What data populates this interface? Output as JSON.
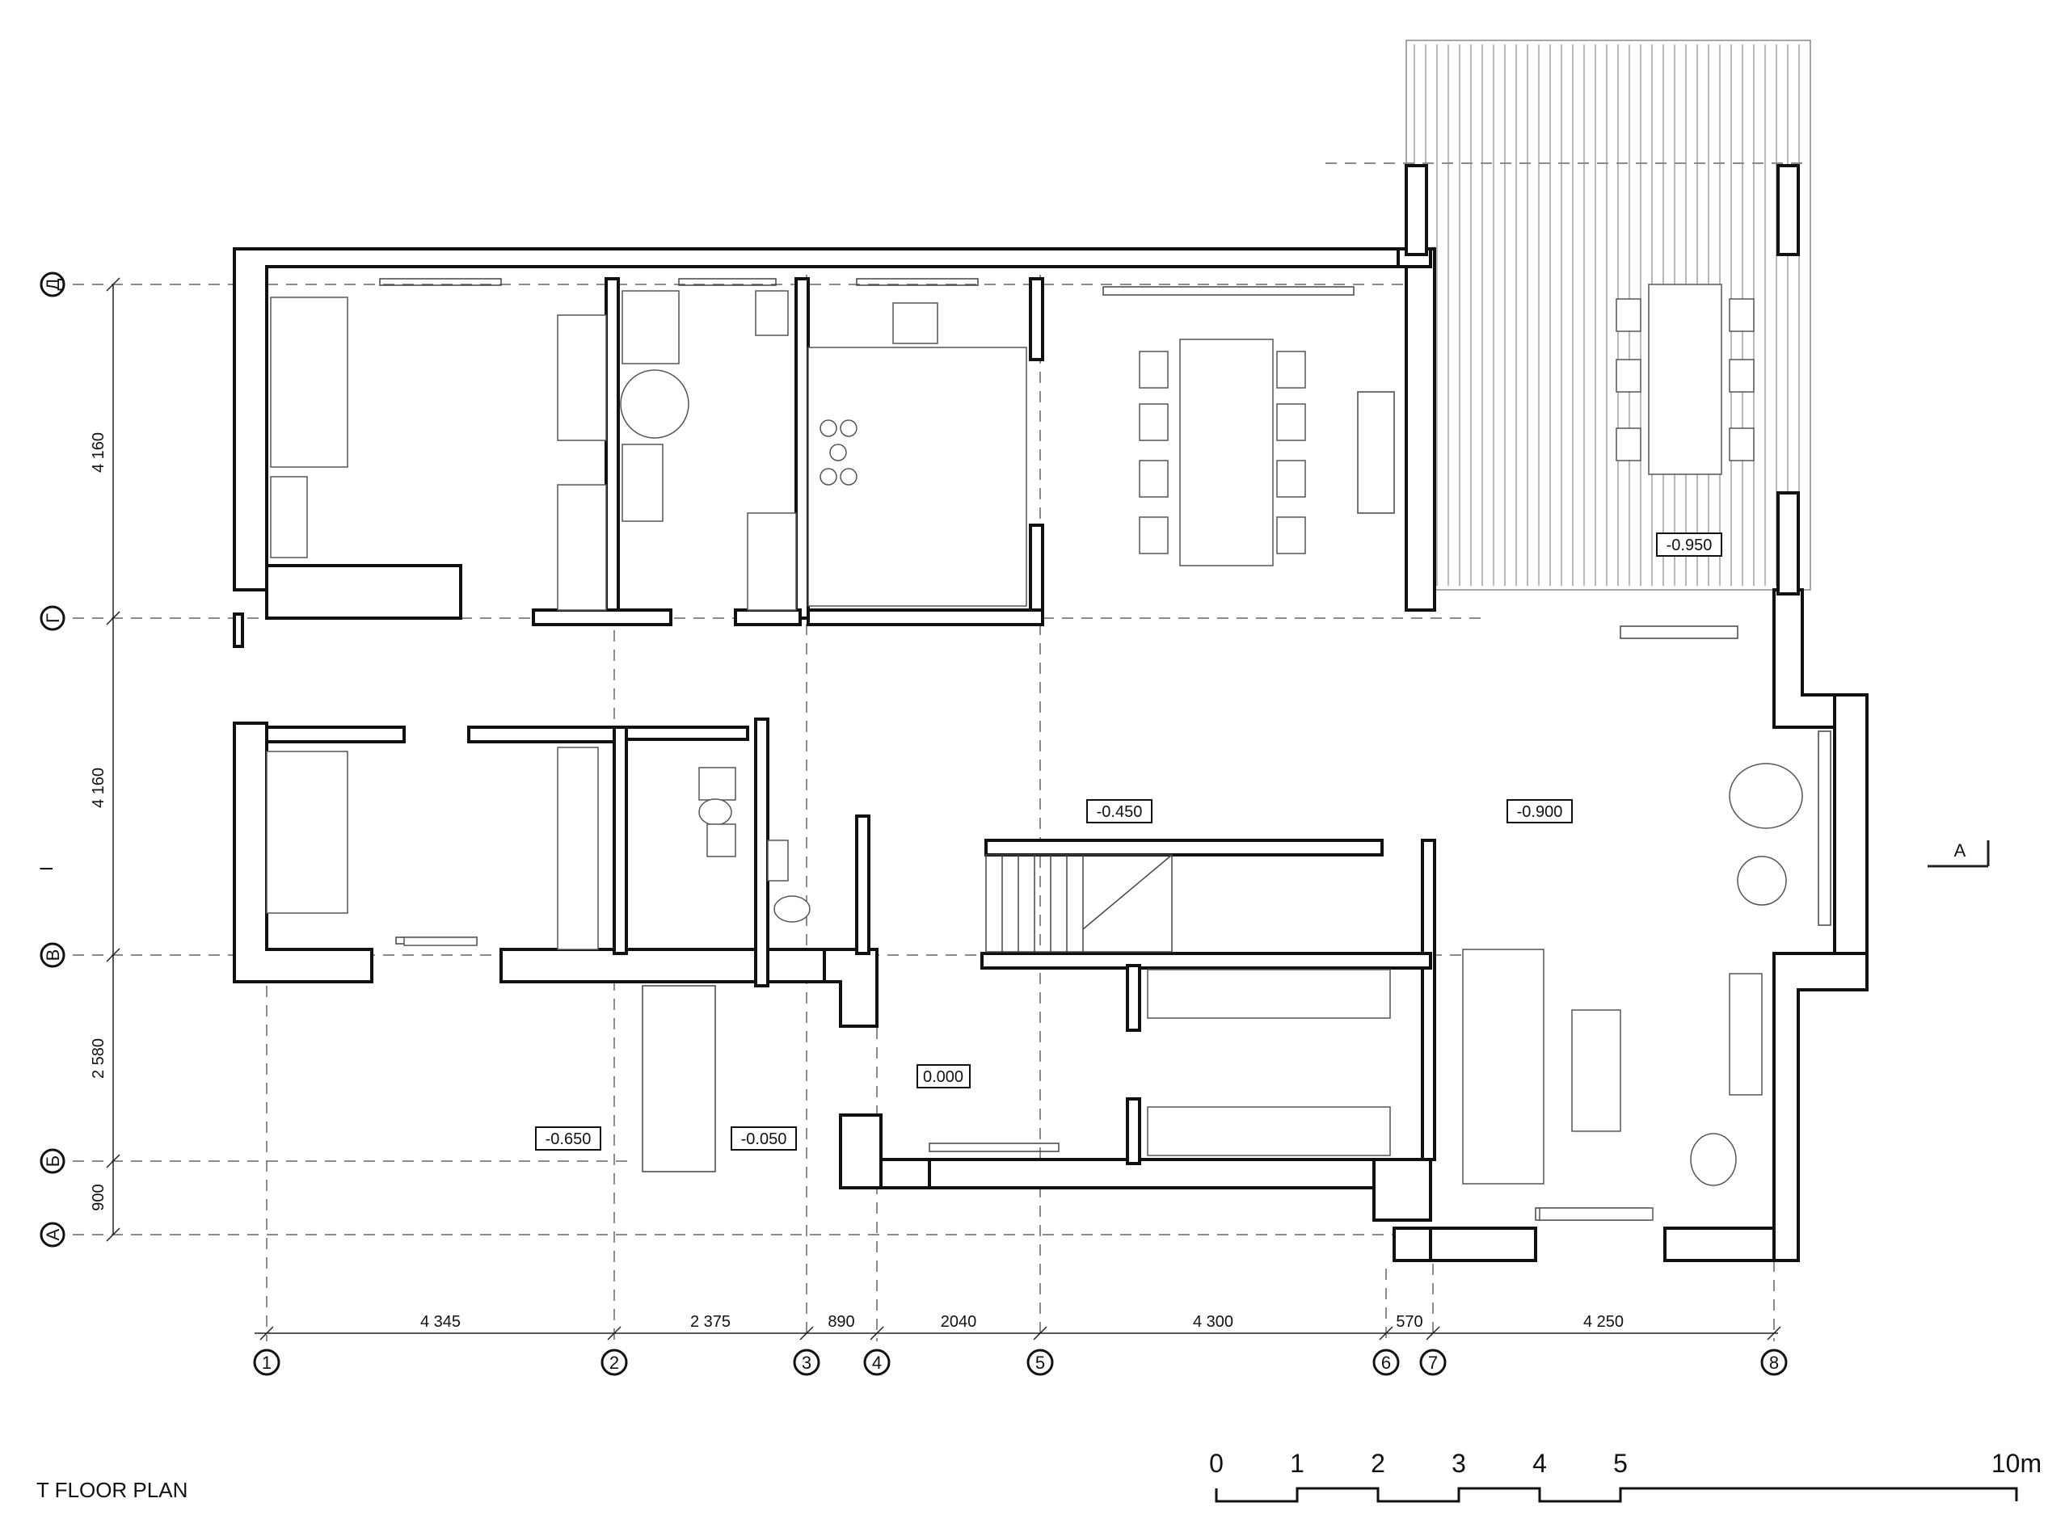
{
  "title": "T FLOOR PLAN",
  "section_mark": "A",
  "side_mark": "I",
  "grid_rows": [
    {
      "label": "Д"
    },
    {
      "label": "Г"
    },
    {
      "label": "В"
    },
    {
      "label": "Б"
    },
    {
      "label": "А"
    }
  ],
  "grid_cols": [
    {
      "label": "1"
    },
    {
      "label": "2"
    },
    {
      "label": "3"
    },
    {
      "label": "4"
    },
    {
      "label": "5"
    },
    {
      "label": "6"
    },
    {
      "label": "7"
    },
    {
      "label": "8"
    }
  ],
  "col_dimensions": [
    "4 345",
    "2 375",
    "890",
    "2040",
    "4 300",
    "570",
    "4 250"
  ],
  "row_dimensions": [
    "4 160",
    "4 160",
    "2 580",
    "900"
  ],
  "levels": [
    "-0.950",
    "-0.450",
    "-0.900",
    "0.000",
    "-0.650",
    "-0.050"
  ],
  "scale_bar": {
    "labels": [
      "0",
      "1",
      "2",
      "3",
      "4",
      "5",
      "10m"
    ]
  }
}
